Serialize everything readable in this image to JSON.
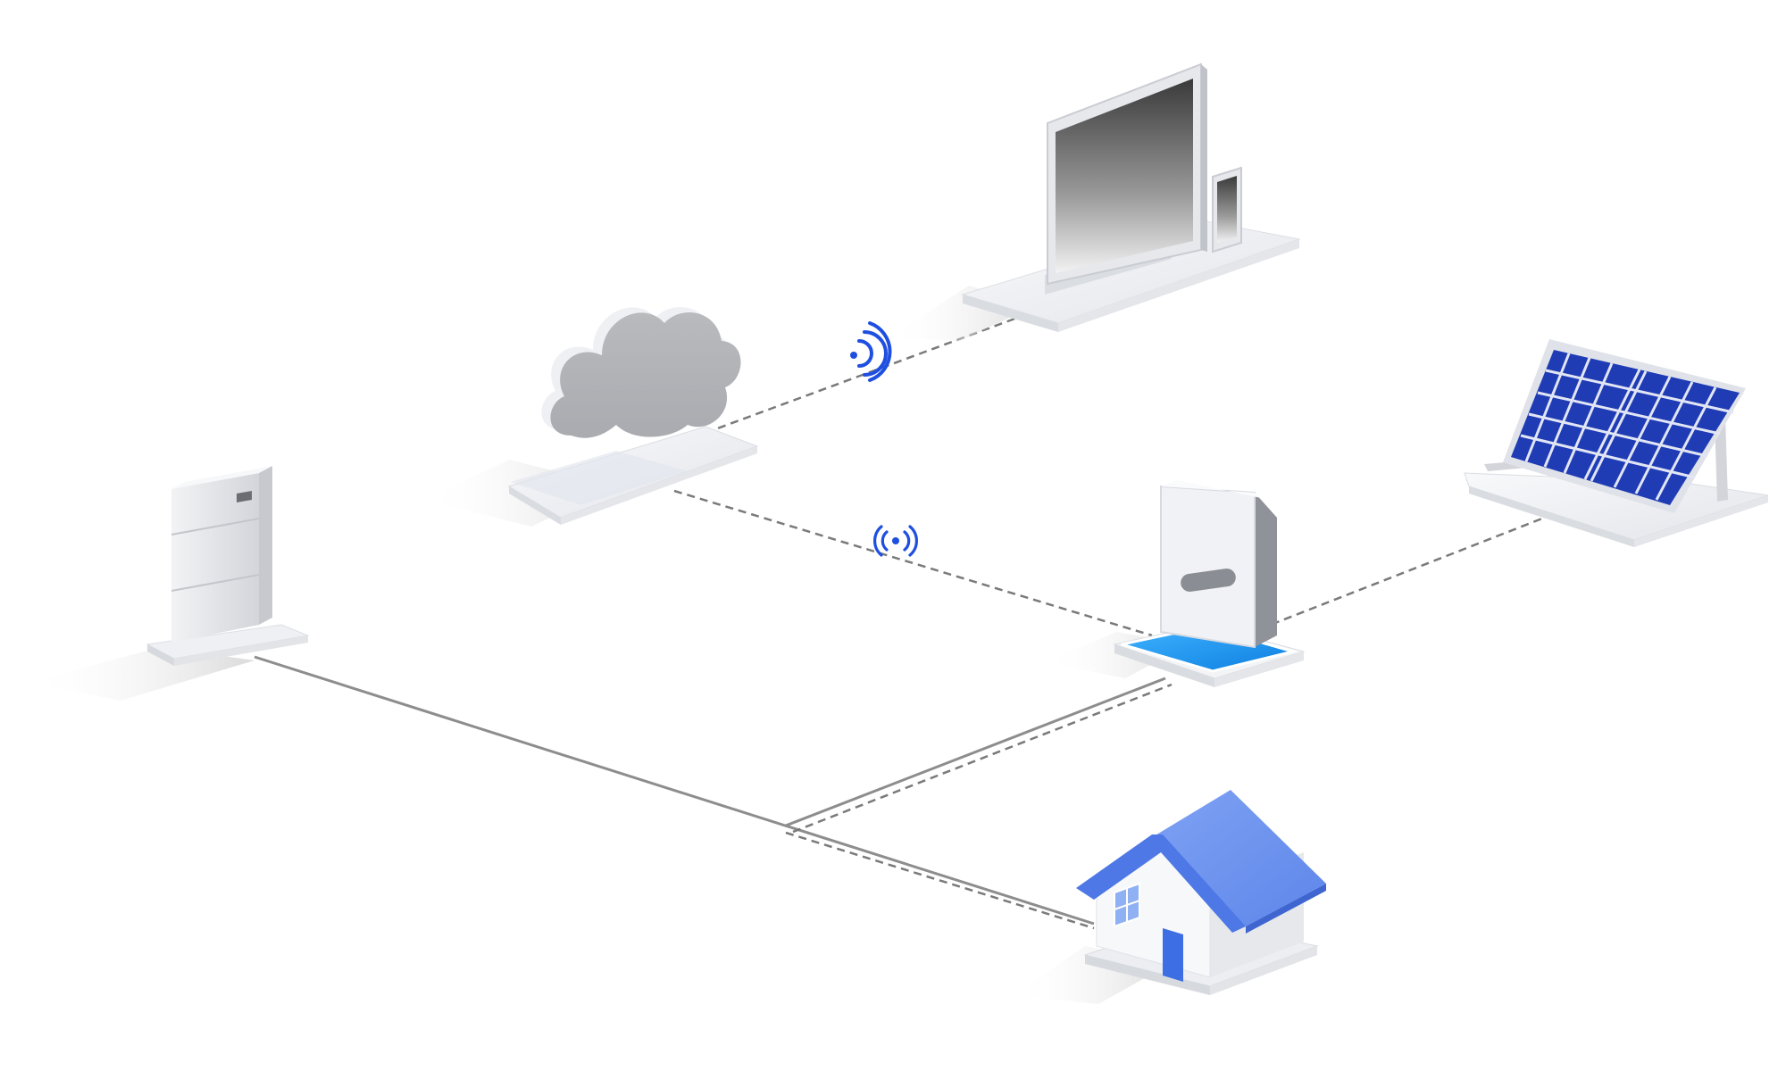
{
  "diagram": {
    "nodes": [
      {
        "id": "cloud",
        "name": "cloud-server"
      },
      {
        "id": "monitor",
        "name": "monitoring-devices"
      },
      {
        "id": "battery",
        "name": "battery-storage"
      },
      {
        "id": "inverter",
        "name": "hybrid-inverter"
      },
      {
        "id": "solar",
        "name": "solar-panel-array"
      },
      {
        "id": "house",
        "name": "home-load"
      }
    ],
    "connections": [
      {
        "from": "cloud",
        "to": "monitor",
        "style": "dashed",
        "signal": "wifi-icon"
      },
      {
        "from": "cloud",
        "to": "inverter",
        "style": "dashed",
        "signal": "broadcast-icon"
      },
      {
        "from": "solar",
        "to": "inverter",
        "style": "dashed"
      },
      {
        "from": "battery",
        "to": "house",
        "style": "solid"
      },
      {
        "from": "inverter",
        "to": "house",
        "style": "solid+dashed"
      }
    ],
    "colors": {
      "accent": "#1f4fe0",
      "roof": "#6f95ef",
      "roof_dark": "#4d78e6",
      "panel": "#1f3cb5",
      "device": "#e9ebef",
      "device_shade": "#c3c6cc",
      "line": "#8d8d8d",
      "dash": "#7a7a7a",
      "inverter_glow": "#1e96ee"
    }
  }
}
